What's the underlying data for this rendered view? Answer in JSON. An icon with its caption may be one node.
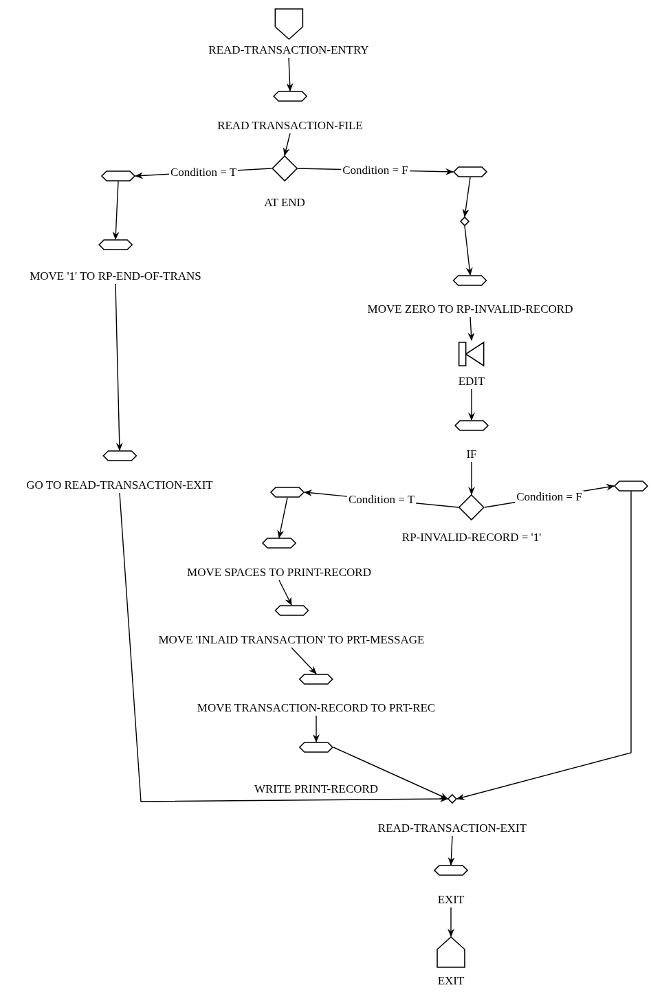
{
  "diagram": {
    "nodes": [
      {
        "text": [
          "READ-TRANSACTION-ENTRY"
        ]
      },
      {
        "text": [
          "READ TRANSACTION-FILE"
        ]
      },
      {
        "text": [
          "AT END"
        ]
      },
      {
        "text": [],
        "shape": "hexagon"
      },
      {
        "text": [],
        "shape": "hexagon"
      },
      {
        "text": [],
        "shape": "diamond"
      },
      {
        "text": [
          "MOVE '1' TO RP-END-OF-TRANS"
        ]
      },
      {
        "text": [
          "MOVE ZERO TO RP-INVALID-RECORD"
        ]
      },
      {
        "text": [
          "EDIT"
        ]
      },
      {
        "text": [
          "IF"
        ]
      },
      {
        "text": [
          "GO TO READ-TRANSACTION-EXIT"
        ]
      },
      {
        "text": [],
        "shape": "hexagon"
      },
      {
        "text": [
          "RP-INVALID-RECORD = '1'"
        ]
      },
      {
        "text": [],
        "shape": "hexagon"
      },
      {
        "text": [
          "MOVE SPACES TO PRINT-RECORD"
        ]
      },
      {
        "text": [
          "MOVE 'INLAID TRANSACTION' TO PRT-MESSAGE"
        ]
      },
      {
        "text": [
          "MOVE TRANSACTION-RECORD TO PRT-REC"
        ]
      },
      {
        "text": [
          "WRITE PRINT-RECORD"
        ]
      },
      {
        "text": [
          "READ-TRANSACTION-EXIT"
        ]
      },
      {
        "text": [
          "EXIT"
        ]
      },
      {
        "text": [
          "EXIT"
        ]
      }
    ],
    "edges": [
      {
        "from": 0,
        "to": 1,
        "arrow": "to"
      },
      {
        "from": 1,
        "to": 2,
        "arrow": "to"
      },
      {
        "from": 2,
        "to": 3,
        "arrow": "to",
        "label": "Condition = T"
      },
      {
        "from": 2,
        "to": 4,
        "arrow": "to",
        "label": "Condition = F"
      },
      {
        "from": 3,
        "to": 6,
        "arrow": "to"
      },
      {
        "from": 4,
        "to": 5,
        "arrow": "to"
      },
      {
        "from": 5,
        "to": 7,
        "arrow": "to"
      },
      {
        "from": 6,
        "to": 10,
        "arrow": "to"
      },
      {
        "from": 7,
        "to": 8,
        "arrow": "to"
      },
      {
        "from": 8,
        "to": 9,
        "arrow": "to"
      },
      {
        "from": 9,
        "to": 12,
        "arrow": "to"
      },
      {
        "from": 12,
        "to": 11,
        "arrow": "to",
        "label": "Condition = T"
      },
      {
        "from": 12,
        "to": 13,
        "arrow": "to",
        "label": "Condition = F"
      },
      {
        "from": 11,
        "to": 14,
        "arrow": "to"
      },
      {
        "from": 14,
        "to": 15,
        "arrow": "to"
      },
      {
        "from": 15,
        "to": 16,
        "arrow": "to"
      },
      {
        "from": 16,
        "to": 17,
        "arrow": "to"
      },
      {
        "from": 17,
        "to": 18,
        "arrow": "to"
      },
      {
        "from": 10,
        "to": 18,
        "arrow": "to"
      },
      {
        "from": 13,
        "to": 18,
        "arrow": "to"
      },
      {
        "from": 18,
        "to": 19,
        "arrow": "to"
      },
      {
        "from": 19,
        "to": 20,
        "arrow": "to"
      }
    ]
  }
}
